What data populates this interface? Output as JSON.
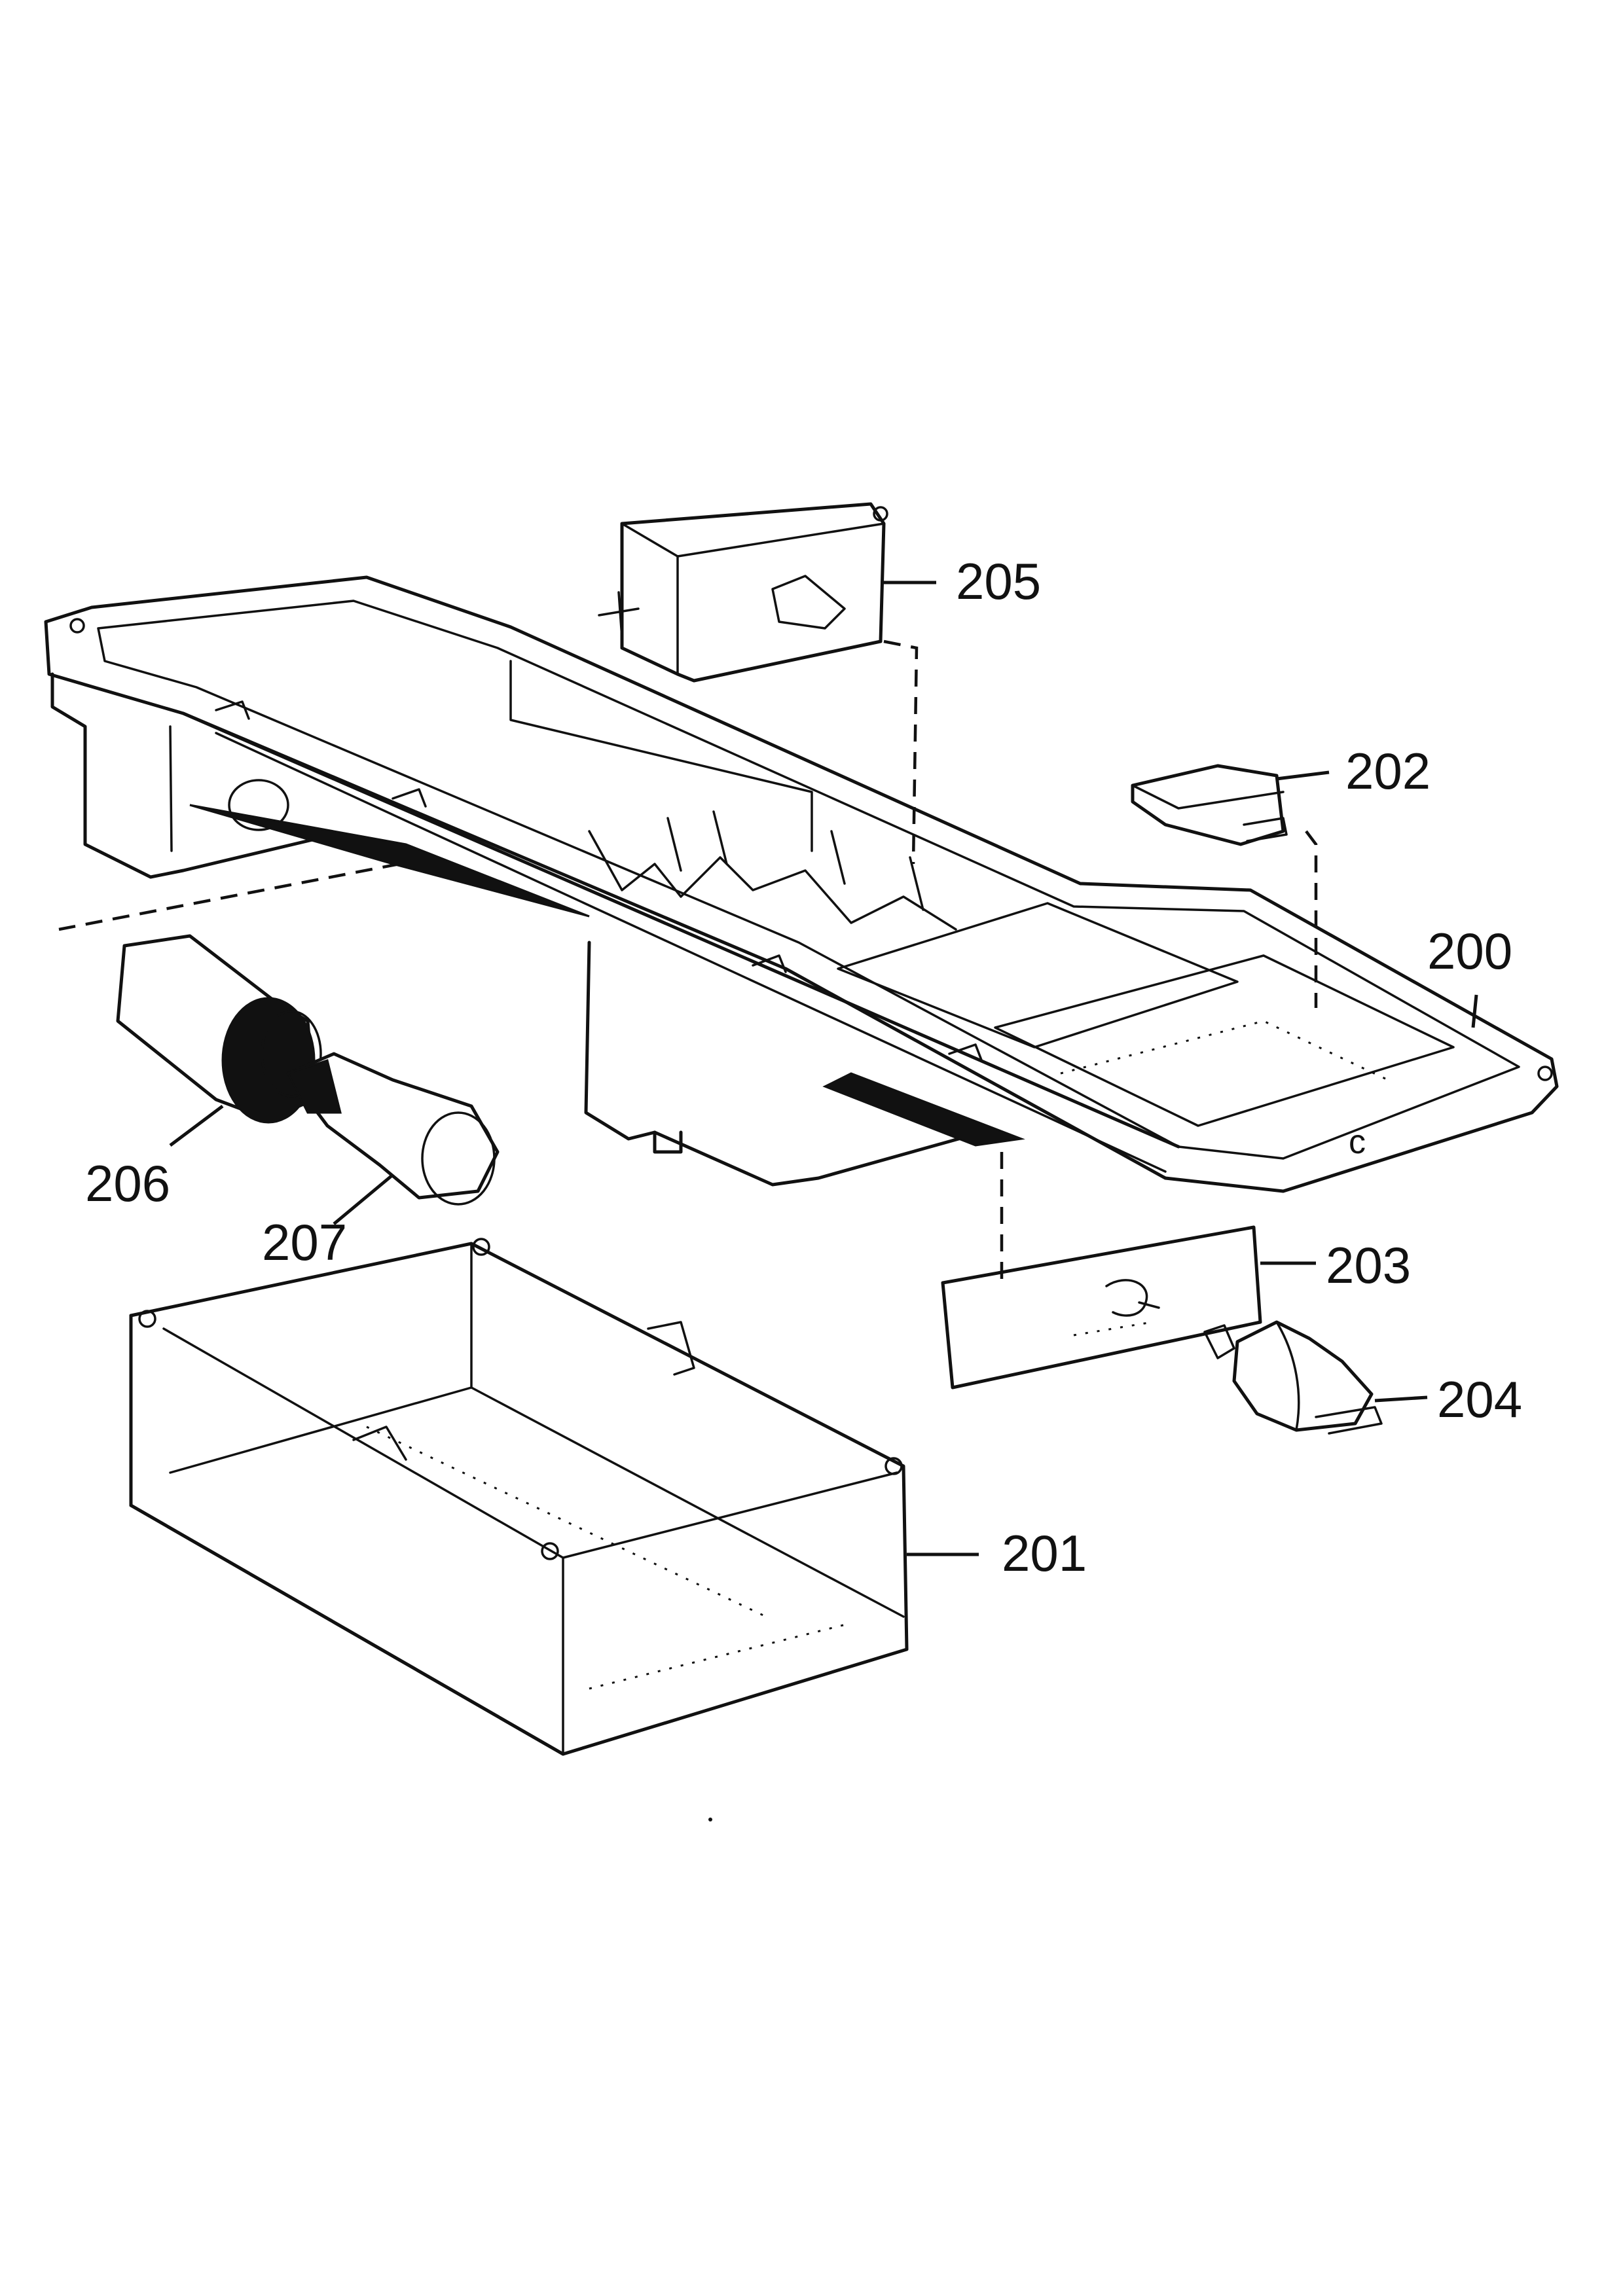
{
  "parts": [
    {
      "id": "205",
      "label": "205"
    },
    {
      "id": "202",
      "label": "202"
    },
    {
      "id": "200",
      "label": "200"
    },
    {
      "id": "206",
      "label": "206"
    },
    {
      "id": "207",
      "label": "207"
    },
    {
      "id": "203",
      "label": "203"
    },
    {
      "id": "204",
      "label": "204"
    },
    {
      "id": "201",
      "label": "201"
    }
  ],
  "housing_marking": "c"
}
